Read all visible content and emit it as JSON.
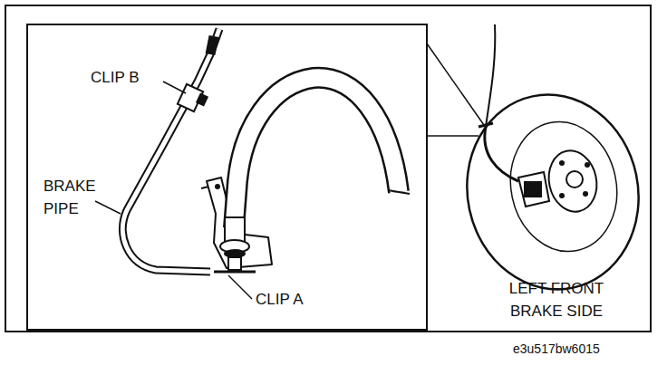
{
  "diagram": {
    "labels": [
      "CLIP B",
      "BRAKE PIPE",
      "CLIP A",
      "LEFT FRONT BRAKE SIDE",
      "e3u517bw6015"
    ]
  }
}
